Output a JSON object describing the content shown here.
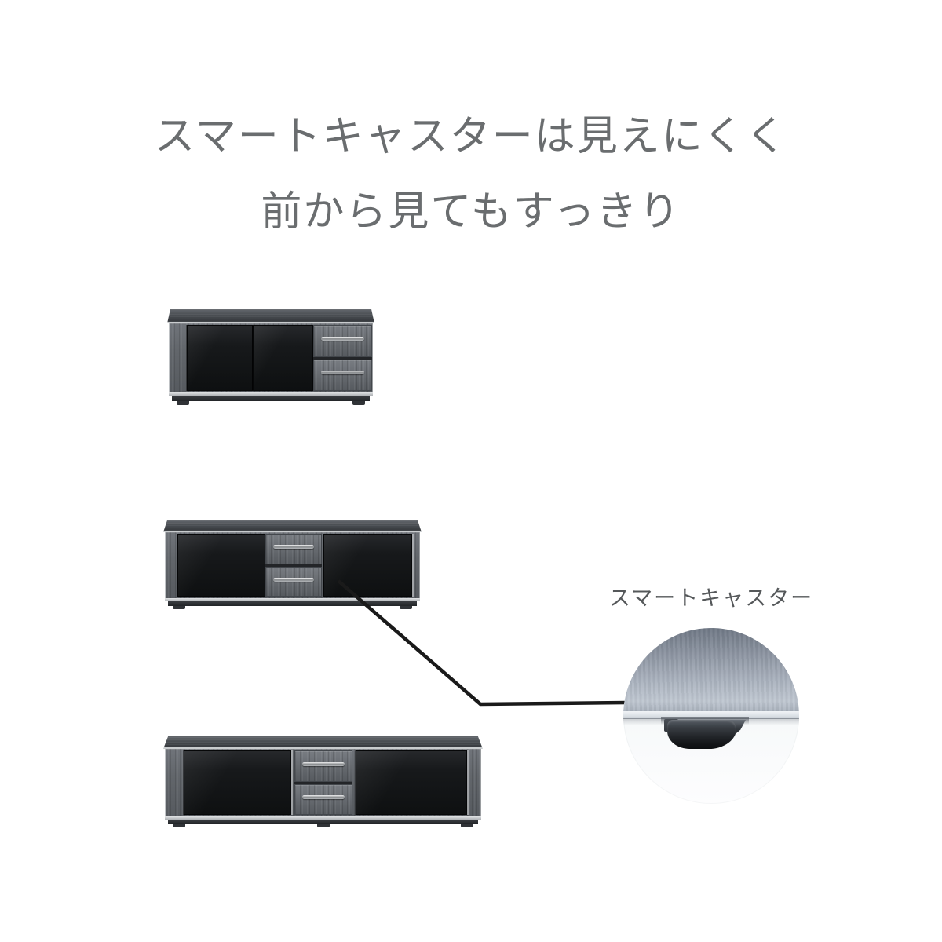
{
  "heading": {
    "line1": "スマートキャスターは見えにくく",
    "line2": "前から見てもすっきり",
    "color": "#6a6d6f"
  },
  "callout": {
    "label": "スマートキャスター",
    "label_color": "#55585a",
    "line_color": "#1a1a1a"
  },
  "figures": {
    "stand_small": "tv-stand-small",
    "stand_medium": "tv-stand-medium",
    "stand_large": "tv-stand-large",
    "caster_detail": "caster-closeup-circle"
  },
  "colors": {
    "background": "#ffffff",
    "cabinet_wood": "#62666b",
    "cabinet_glass": "#111315",
    "trim_silver": "#c9ccce",
    "metal_panel": "#98a1ae",
    "caster_dark": "#17191c"
  }
}
